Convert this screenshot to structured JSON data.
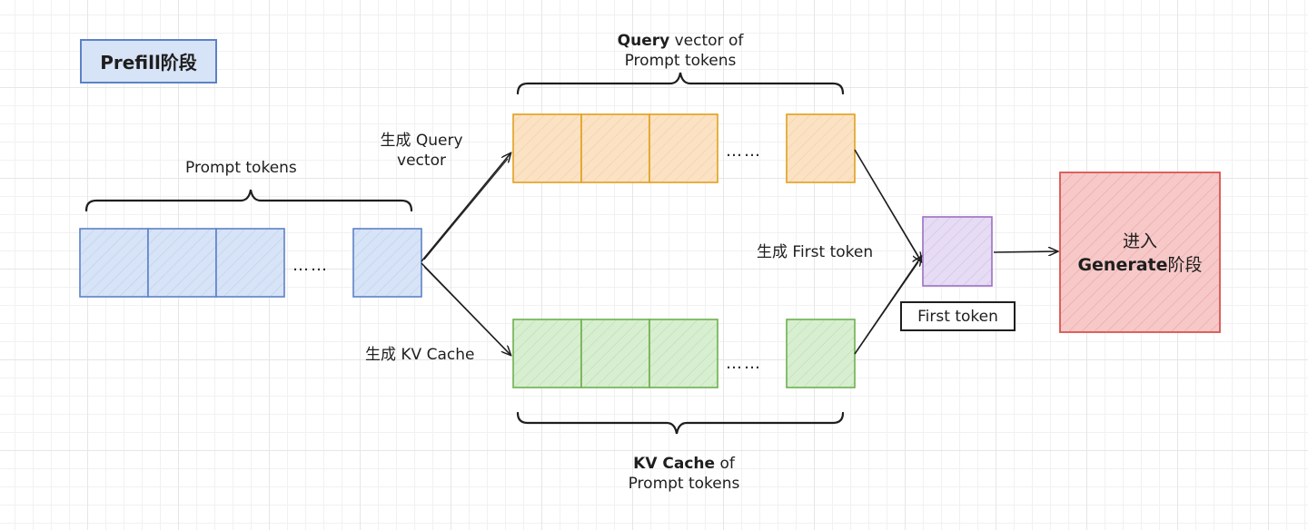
{
  "title": "Prefill阶段",
  "prompt_tokens": {
    "label": "Prompt tokens",
    "dots": "……"
  },
  "query_vectors": {
    "label_bold": "Query",
    "label_rest": " vector of",
    "label_line2": "Prompt tokens",
    "dots": "……"
  },
  "kv_cache": {
    "label_bold": "KV Cache",
    "label_rest": " of",
    "label_line2": "Prompt tokens",
    "dots": "……"
  },
  "edges": {
    "gen_query_line1": "生成 Query",
    "gen_query_line2": "vector",
    "gen_kv": "生成 KV Cache",
    "gen_first": "生成 First token"
  },
  "first_token": {
    "label": "First token"
  },
  "generate": {
    "line1": "进入",
    "line2_bold": "Generate",
    "line2_rest": "阶段"
  },
  "colors": {
    "blue_stroke": "#5b82c6",
    "blue_fill": "#d7e3f6",
    "orange_stroke": "#e0a01c",
    "orange_fill": "#fbe2c4",
    "green_stroke": "#6db04d",
    "green_fill": "#d8eed1",
    "purple_stroke": "#9b6fc4",
    "purple_fill": "#e6dcf3",
    "red_stroke": "#d9534f",
    "red_fill": "#f6c9c8",
    "ink": "#1e1e1e"
  }
}
